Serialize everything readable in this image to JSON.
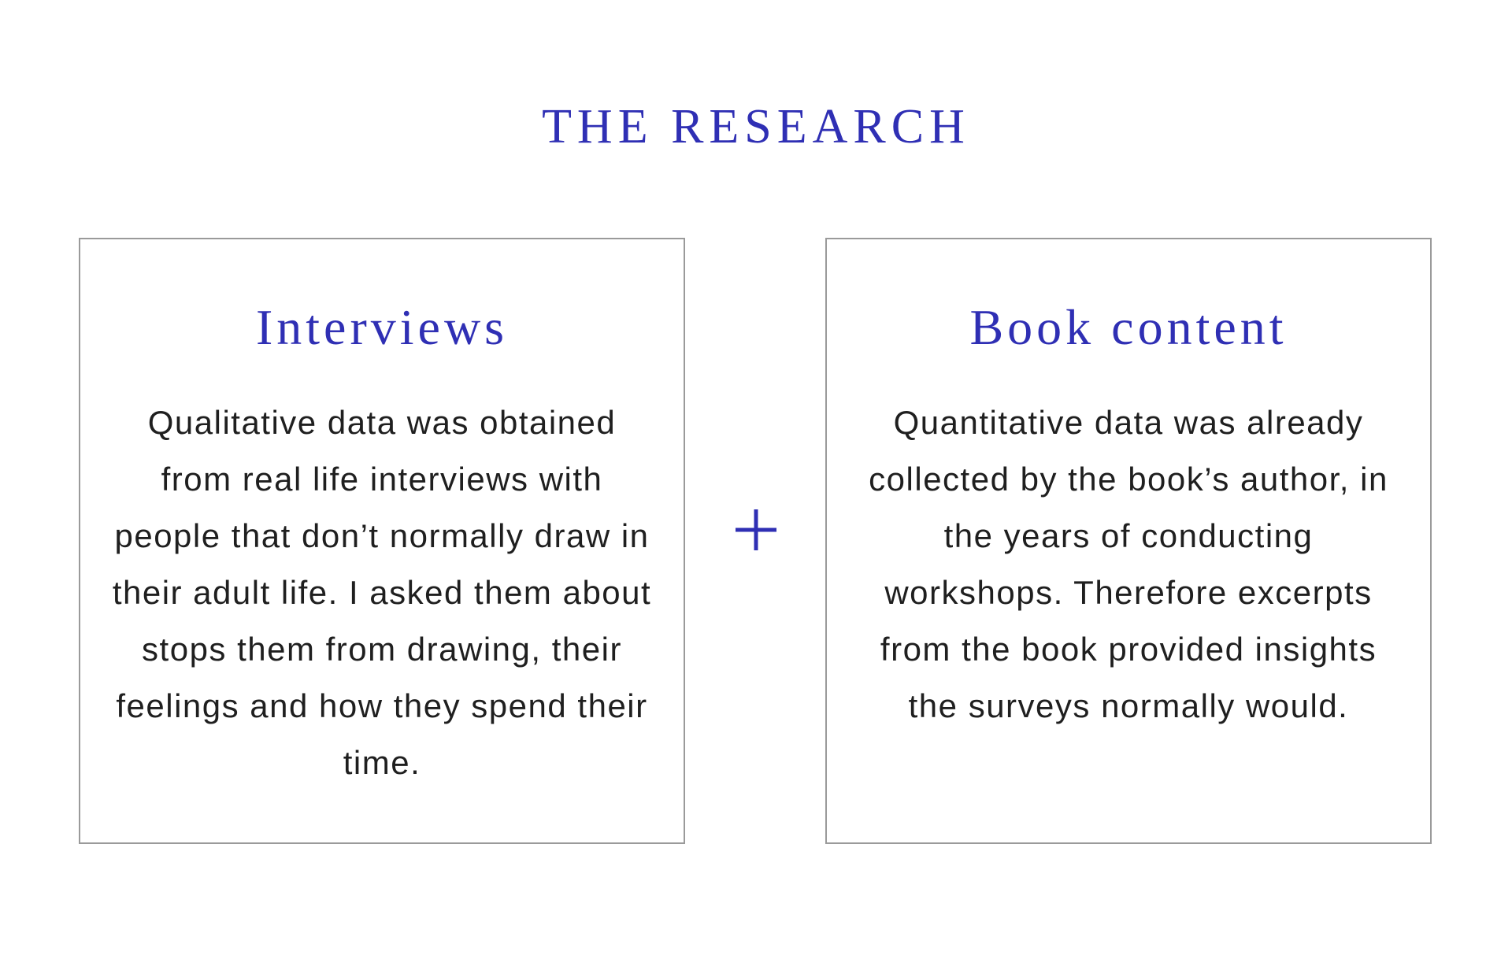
{
  "page": {
    "title": "THE RESEARCH",
    "accent_color": "#2f2fb4",
    "border_color": "#9a9a9a"
  },
  "cards": [
    {
      "title": "Interviews",
      "body": "Qualitative data was obtained from real life interviews with people that don’t normally draw in their adult life. I asked them about stops them from drawing, their feelings and how they spend their time."
    },
    {
      "title": "Book content",
      "body": "Quantitative data was already collected by the book’s author, in the years of conducting workshops. Therefore excerpts from the book provided insights the surveys normally would."
    }
  ],
  "icons": {
    "separator": "plus-icon"
  }
}
